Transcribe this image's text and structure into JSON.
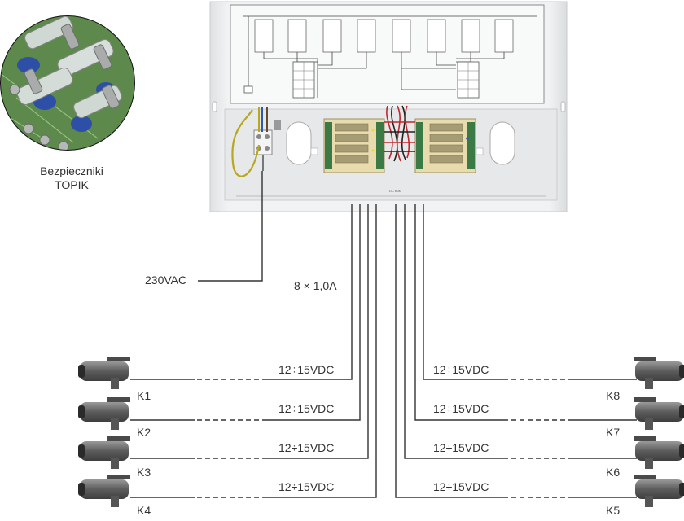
{
  "fuse_label": {
    "line1": "Bezpieczniki",
    "line2": "TOPIK"
  },
  "mains_label": "230VAC",
  "outputs_label": "8 × 1,0A",
  "voltage_label": "12÷15VDC",
  "unit_bottom_text": "DC Bus",
  "cameras": {
    "left": [
      "K1",
      "K2",
      "K3",
      "K4"
    ],
    "right": [
      "K8",
      "K7",
      "K6",
      "K5"
    ]
  },
  "colors": {
    "wire": "#333333",
    "enclosure": "#eceeef",
    "pcb": "#4a7d3b",
    "camera_body": "#6e6e6e",
    "fuse_circle_bg": "#5d8a4c",
    "terminal": "#3c7a45",
    "red_wire": "#c0262c",
    "ground_wire": "#b7a81e"
  }
}
